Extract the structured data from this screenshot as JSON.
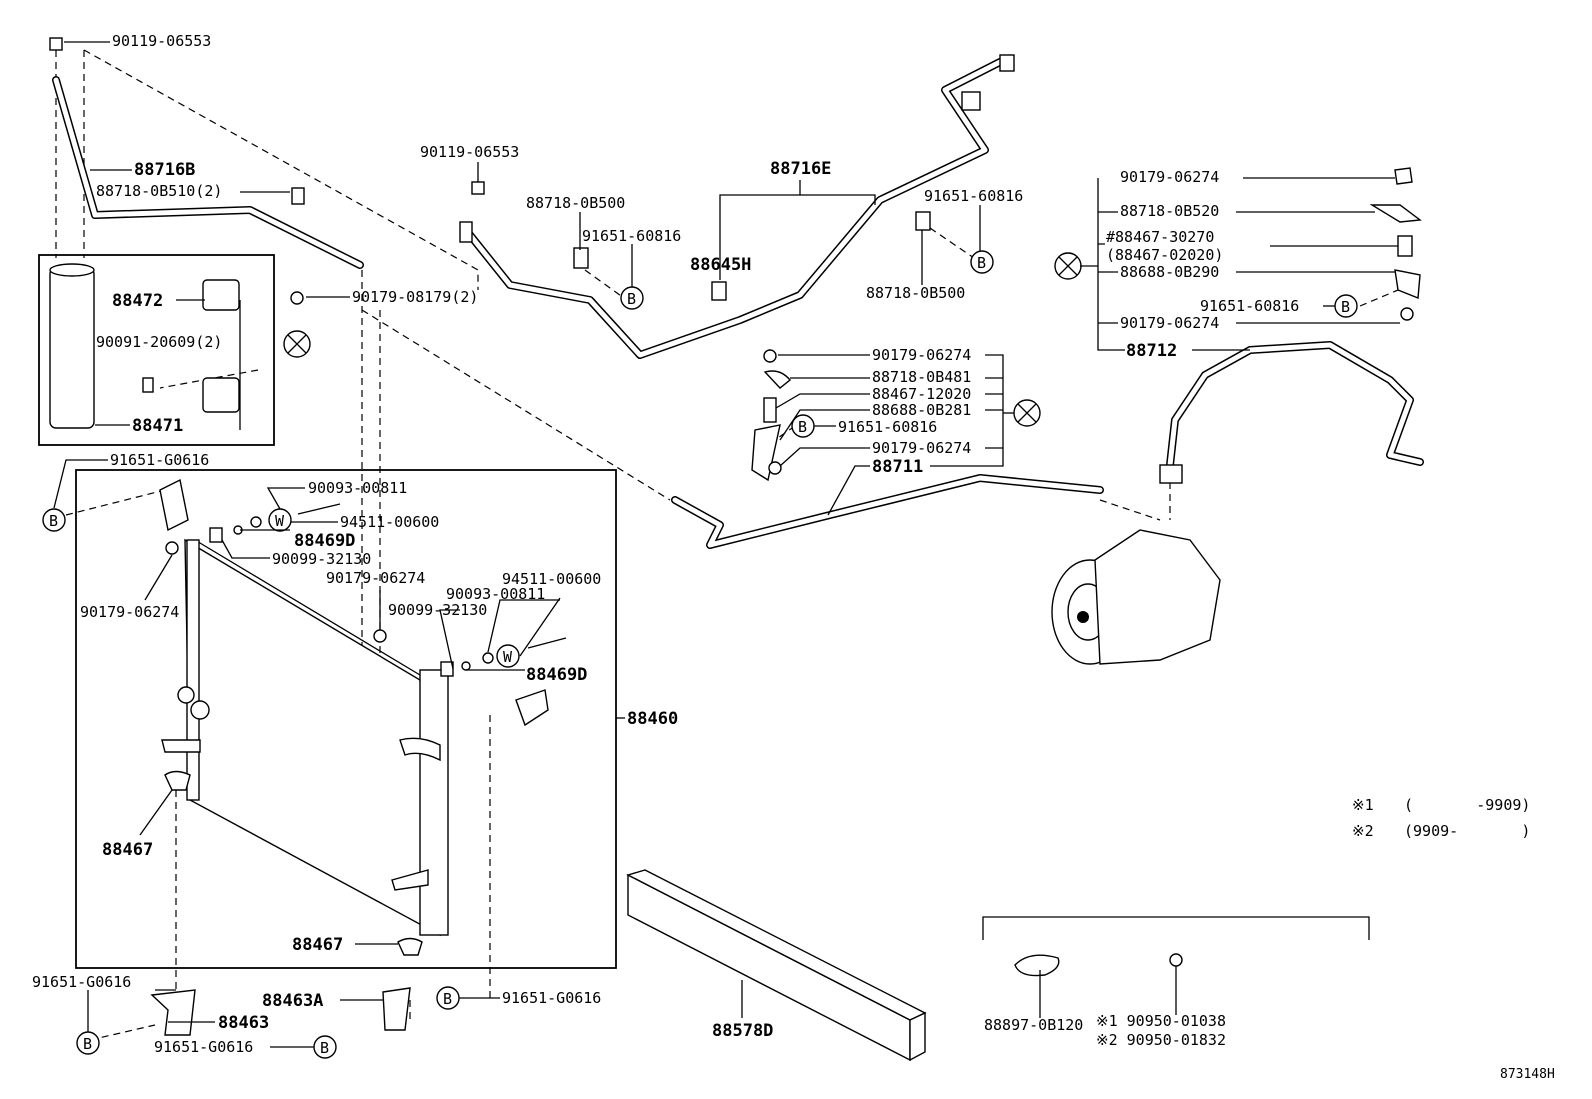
{
  "diagram_id": "873148H",
  "legend": {
    "note1_mark": "※1",
    "note1_range": "(       -9909)",
    "note2_mark": "※2",
    "note2_range": "(9909-       )"
  },
  "symbols": {
    "B": "B",
    "W": "W"
  },
  "labels": {
    "p90119_a": "90119-06553",
    "p88716B": "88716B",
    "p88718_0B510": "88718-0B510(2)",
    "p88472": "88472",
    "p90179_08179": "90179-08179(2)",
    "p90091_20609": "90091-20609(2)",
    "p88471": "88471",
    "p91651_G0616_a": "91651-G0616",
    "p90093_00811_a": "90093-00811",
    "p94511_00600_a": "94511-00600",
    "p88469D_a": "88469D",
    "p90099_32130_a": "90099-32130",
    "p90179_06274_l": "90179-06274",
    "p90179_06274_m": "90179-06274",
    "p90093_00811_b": "90093-00811",
    "p94511_00600_b": "94511-00600",
    "p90099_32130_b": "90099-32130",
    "p88469D_b": "88469D",
    "p88460": "88460",
    "p88467_a": "88467",
    "p88467_b": "88467",
    "p91651_G0616_b": "91651-G0616",
    "p88463A": "88463A",
    "p91651_G0616_c": "91651-G0616",
    "p88463": "88463",
    "p91651_G0616_d": "91651-G0616",
    "p90119_b": "90119-06553",
    "p88718_0B500_a": "88718-0B500",
    "p91651_60816_a": "91651-60816",
    "p88716E": "88716E",
    "p88645H": "88645H",
    "p91651_60816_b": "91651-60816",
    "p88718_0B500_b": "88718-0B500",
    "p90179_06274_r1": "90179-06274",
    "p88718_0B520": "88718-0B520",
    "p88467_30270": "#88467-30270",
    "p88467_02020": "(88467-02020)",
    "p88688_0B290": "88688-0B290",
    "p91651_60816_c": "91651-60816",
    "p90179_06274_r2": "90179-06274",
    "p88712": "88712",
    "p90179_06274_c1": "90179-06274",
    "p88718_0B481": "88718-0B481",
    "p88467_12020": "88467-12020",
    "p88688_0B281": "88688-0B281",
    "p91651_60816_d": "91651-60816",
    "p90179_06274_c2": "90179-06274",
    "p88711": "88711",
    "p88578D": "88578D",
    "p88897_0B120": "88897-0B120",
    "p90950_01038": "※1 90950-01038",
    "p90950_01832": "※2 90950-01832"
  }
}
